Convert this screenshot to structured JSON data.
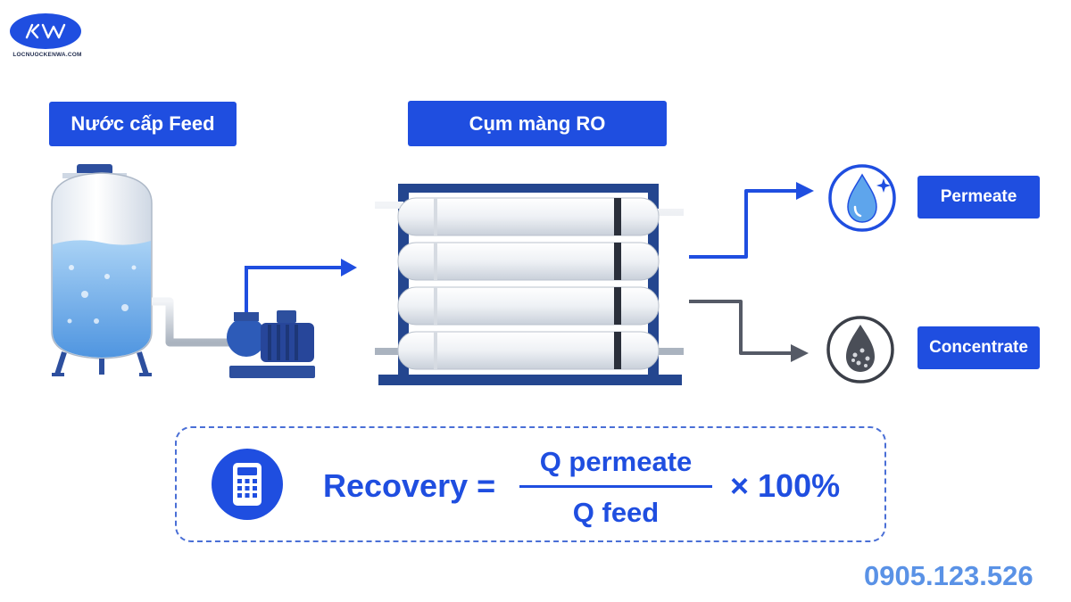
{
  "brand": {
    "logo_text": "KW",
    "caption": "LOCNUOCKENWA.COM"
  },
  "diagram": {
    "feed_label": "Nước cấp Feed",
    "ro_label": "Cụm màng RO",
    "permeate_label": "Permeate",
    "concentrate_label": "Concentrate"
  },
  "formula": {
    "lhs": "Recovery =",
    "numerator": "Q permeate",
    "denominator": "Q feed",
    "multiplier": "× 100%"
  },
  "contact": {
    "phone": "0905.123.526"
  },
  "colors": {
    "primary": "#1f4ee0",
    "phone": "#5a92e6",
    "water": "#7fb8ef",
    "concentrate_arrow": "#555a66"
  }
}
